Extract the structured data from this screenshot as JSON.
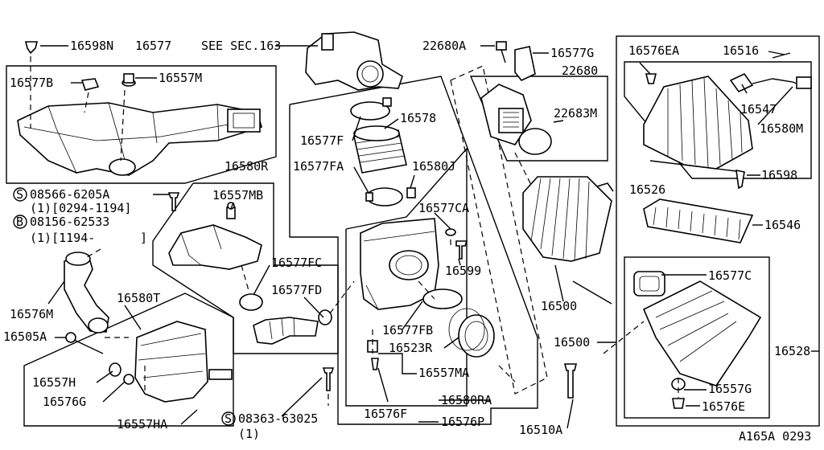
{
  "labels": {
    "p16598N": "16598N",
    "p16577": "16577",
    "see_sec": "SEE SEC.163",
    "p22680A": "22680A",
    "p16577G": "16577G",
    "p22680": "22680",
    "p16576EA": "16576EA",
    "p16516": "16516",
    "p16577B": "16577B",
    "p16557M": "16557M",
    "p22683M": "22683M",
    "p16547": "16547",
    "p16580M": "16580M",
    "p16577F": "16577F",
    "p16578": "16578",
    "p16580R": "16580R",
    "p16577FA": "16577FA",
    "p16580J": "16580J",
    "p16598": "16598",
    "p16526": "16526",
    "bolt_s": "08566-6205A",
    "bolt_s_qty": "(1)[0294-1194]",
    "bolt_b": "08156-62533",
    "bolt_b_qty": "(1)[1194-",
    "bolt_b_close": "]",
    "p16557MB": "16557MB",
    "p16577CA": "16577CA",
    "p16546": "16546",
    "p16599": "16599",
    "p16577FC": "16577FC",
    "p16577C": "16577C",
    "p16576M": "16576M",
    "p16580T": "16580T",
    "p16577FD": "16577FD",
    "p16500a": "16500",
    "p16505A": "16505A",
    "p16577FB": "16577FB",
    "p16523R": "16523R",
    "p16500b": "16500",
    "p16528": "16528",
    "p16557H": "16557H",
    "p16557MA": "16557MA",
    "p16576G": "16576G",
    "p16557G": "16557G",
    "p16580RA": "16580RA",
    "p16576E": "16576E",
    "p16557HA": "16557HA",
    "bolt_s2": "08363-63025",
    "bolt_s2_qty": "(1)",
    "p16576F": "16576F",
    "p16576P": "16576P",
    "p16510A": "16510A",
    "diagram_code": "A165A 0293"
  },
  "markers": {
    "s1": "S",
    "b1": "B",
    "s2": "S"
  }
}
